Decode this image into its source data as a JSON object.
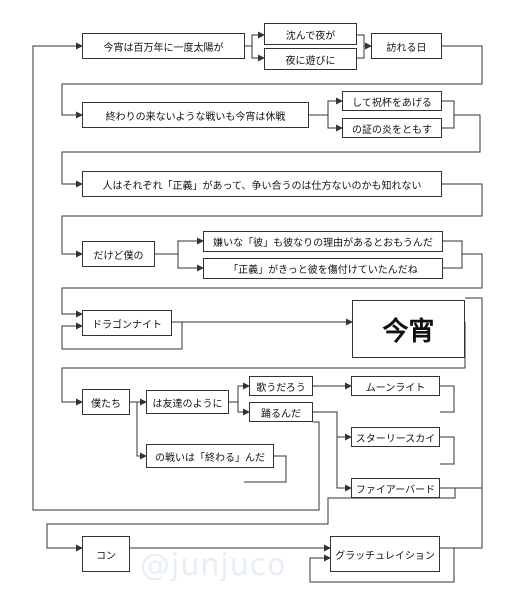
{
  "watermark": "@junjuco",
  "nodes": {
    "n1": "今宵は百万年に一度太陽が",
    "n2a": "沈んで夜が",
    "n2b": "夜に遊びに",
    "n3": "訪れる日",
    "n4": "終わりの来ないような戦いも今宵は休戦",
    "n5a": "して祝杯をあげる",
    "n5b": "の証の炎をともす",
    "n6": "人はそれぞれ「正義」があって、争い合うのは仕方ないのかも知れない",
    "n7": "だけど僕の",
    "n8a": "嫌いな「彼」も彼なりの理由があるとおもうんだ",
    "n8b": "「正義」がきっと彼を傷付けていたんだね",
    "n9": "ドラゴンナイト",
    "n10": "今宵",
    "n11": "僕たち",
    "n12": "は友達のように",
    "n13a": "歌うだろう",
    "n13b": "踊るんだ",
    "n14": "の戦いは「終わる」んだ",
    "n15a": "ムーンライト",
    "n15b": "スターリースカイ",
    "n15c": "ファイアーバード",
    "n16": "コン",
    "n17": "グラッチュレイション"
  }
}
